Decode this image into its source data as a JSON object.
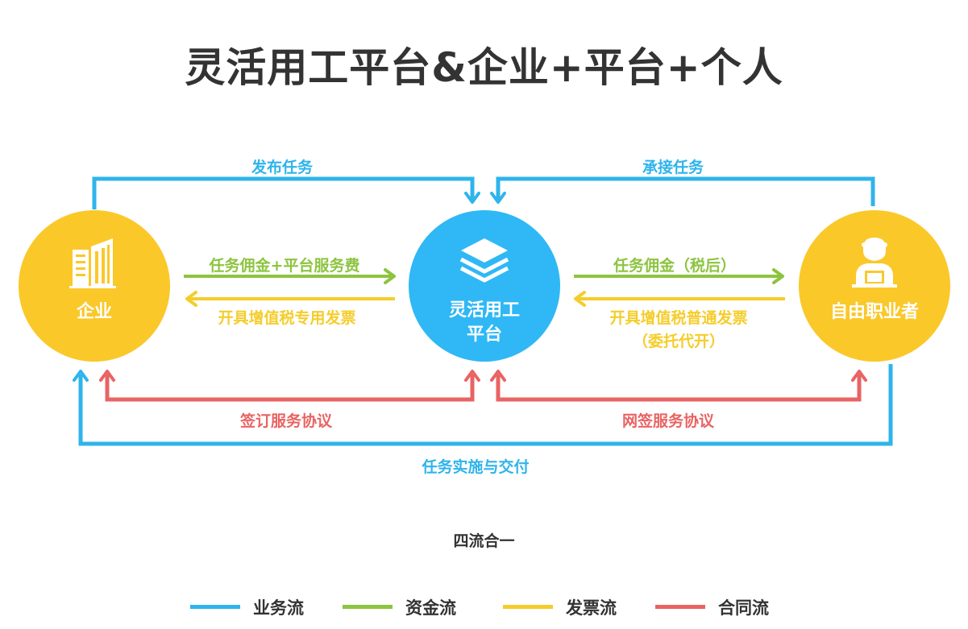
{
  "title": "灵活用工平台&企业+平台+个人",
  "colors": {
    "business": "#2fb4ec",
    "funds": "#8cc43f",
    "invoice": "#f5cd2b",
    "contract": "#e96363",
    "node_yellow": "#fbc82a",
    "node_blue": "#2fb8f5"
  },
  "nodes": {
    "enterprise": {
      "label": "企业",
      "icon": "buildings-icon"
    },
    "platform": {
      "label_line1": "灵活用工",
      "label_line2": "平台",
      "icon": "layers-icon"
    },
    "freelancer": {
      "label": "自由职业者",
      "icon": "user-laptop-icon"
    }
  },
  "flows": {
    "publish_task": "发布任务",
    "accept_task": "承接任务",
    "commission_platform_fee": "任务佣金+平台服务费",
    "special_invoice": "开具增值税专用发票",
    "commission_after_tax": "任务佣金（税后）",
    "general_invoice": "开具增值税普通发票",
    "general_invoice_note": "（委托代开）",
    "sign_agreement": "签订服务协议",
    "online_sign_agreement": "网签服务协议",
    "task_delivery": "任务实施与交付"
  },
  "footer": {
    "title": "四流合一"
  },
  "legend": [
    {
      "label": "业务流",
      "color": "#2fb4ec"
    },
    {
      "label": "资金流",
      "color": "#8cc43f"
    },
    {
      "label": "发票流",
      "color": "#f5cd2b"
    },
    {
      "label": "合同流",
      "color": "#e96363"
    }
  ]
}
